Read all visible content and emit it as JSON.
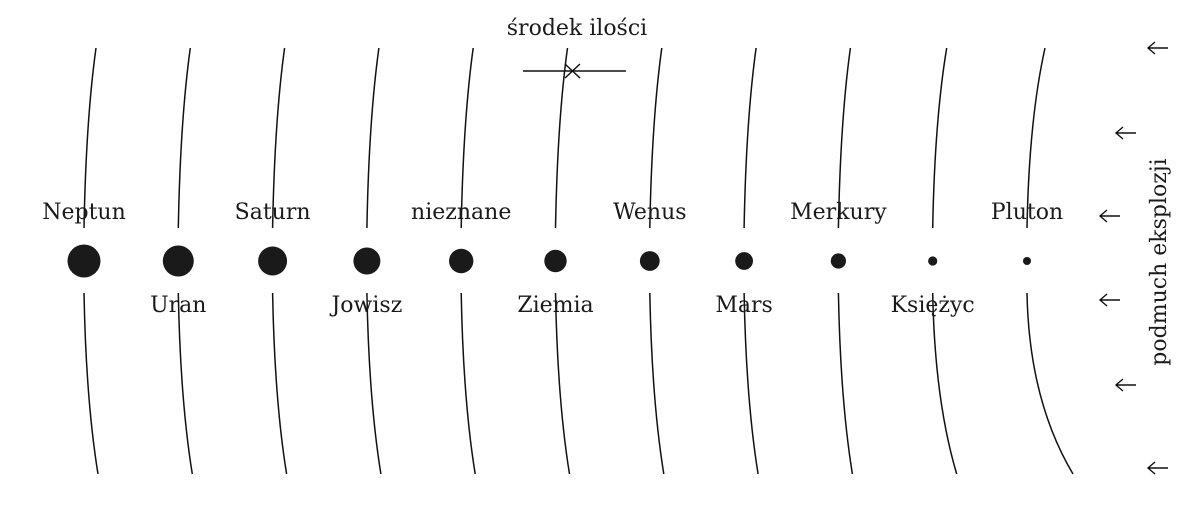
{
  "title": "środek ilości",
  "side_label": "podmuch eksplozji",
  "colors": {
    "ink": "#111111",
    "planet": "#1a1a1a",
    "background": "#ffffff"
  },
  "bodies": [
    {
      "name": "Neptun",
      "size": 5
    },
    {
      "name": "Uran",
      "size": 4.7
    },
    {
      "name": "Saturn",
      "size": 4.4
    },
    {
      "name": "Jowisz",
      "size": 4.1
    },
    {
      "name": "nieznane",
      "size": 3.7
    },
    {
      "name": "Ziemia",
      "size": 3.4
    },
    {
      "name": "Wenus",
      "size": 3.0
    },
    {
      "name": "Mars",
      "size": 2.7
    },
    {
      "name": "Merkury",
      "size": 2.3
    },
    {
      "name": "Księżyc",
      "size": 1.4
    },
    {
      "name": "Pluton",
      "size": 1.2
    }
  ],
  "arrows": {
    "count": 6,
    "direction": "left",
    "icon": "left-arrow-icon"
  }
}
